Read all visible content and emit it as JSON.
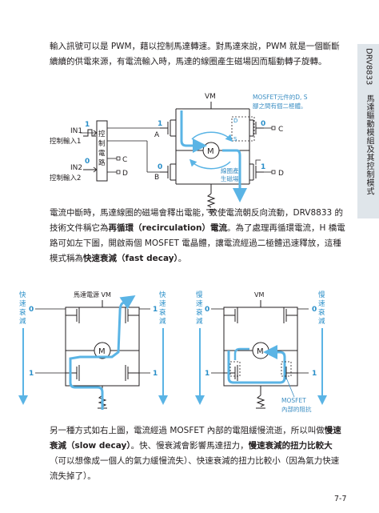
{
  "side_tab": {
    "number": "DRV8833",
    "title": "馬達驅動模組及其控制模式"
  },
  "paragraphs": {
    "p1": "輸入訊號可以是 PWM，藉以控制馬達轉速。對馬達來說，PWM 就是一個斷斷續續的供電來源，有電流輸入時，馬達的線圈產生磁場因而驅動轉子旋轉。",
    "p2_a": "電流中斷時，馬達線圈的磁場會釋出電能，致使電流朝反向流動，DRV8833 的技術文件稱它為",
    "p2_b": "再循環（recirculation）電流",
    "p2_c": "。為了處理再循環電流，H 橋電路可如左下圖，開啟兩個 MOSFET 電晶體，讓電流經過二極體迅速釋放，這種模式稱為",
    "p2_d": "快速衰減（fast decay）",
    "p2_e": "。",
    "p3_a": "另一種方式如右上圖，電流經過 MOSFET 內部的電阻緩慢流逝，所以叫做",
    "p3_b": "慢速衰減（slow decay）",
    "p3_c": "。快、慢衰減會影響馬達扭力，",
    "p3_d": "慢速衰減的扭力比較大",
    "p3_e": "（可以想像成一個人的氣力緩慢流失）、快速衰減的扭力比較小（因為氣力快速流失掉了）。"
  },
  "diagram1": {
    "vm": "VM",
    "in1_label": "IN1",
    "in1_value": "1",
    "in1_desc": "控制輸入1",
    "in2_label": "IN2",
    "in2_value": "0",
    "in2_desc": "控制輸入2",
    "ctrl_block": "控制電路",
    "out_c": "C",
    "out_d": "D",
    "node_a": "A",
    "node_b": "B",
    "gate_a_val": "1",
    "gate_b_val": "0",
    "gate_c_val": "0",
    "gate_d_val": "1",
    "right_c": "C",
    "right_d": "D",
    "motor": "M",
    "d_label": "D",
    "s_label": "S",
    "note_mosfet": "MOSFET元件的D, S腳之間有個二極體。",
    "note_field": "線圈產生磁場"
  },
  "diagram2": {
    "vm": "馬達電源 VM",
    "left_label": "快速衰減",
    "right_label": "快速衰減",
    "g1": "0",
    "g2": "1",
    "g3": "1",
    "g4": "1",
    "motor": "M"
  },
  "diagram3": {
    "vm": "VM",
    "left_label": "慢速衰減",
    "right_label": "慢速衰減",
    "g1": "0",
    "g2": "1",
    "g3": "0",
    "g4": "1",
    "motor": "M",
    "note": "MOSFET內部的阻抗"
  },
  "page_number": "7-7",
  "colors": {
    "flow": "#5ab4e5",
    "accent": "#2a8fc9",
    "tab_bg": "#dfe5ea"
  }
}
